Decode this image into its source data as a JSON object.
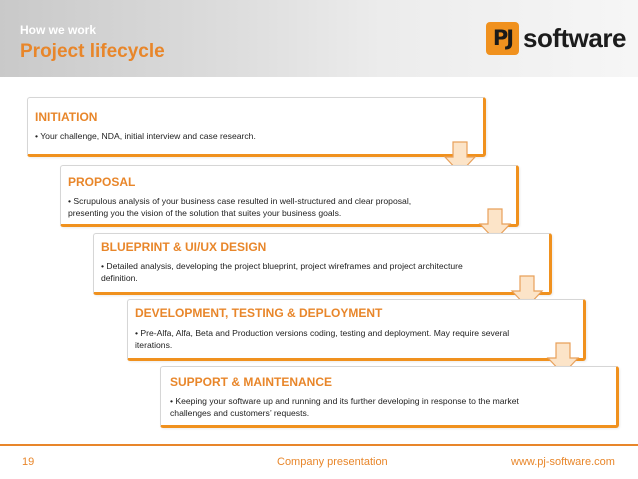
{
  "header": {
    "subtitle": "How we work",
    "title": "Project lifecycle",
    "logo_mark": "PJ",
    "logo_text": "software"
  },
  "steps": [
    {
      "title": "INITIATION",
      "body": "• Your challenge, NDA, initial interview and case research."
    },
    {
      "title": "PROPOSAL",
      "body": "• Scrupulous analysis of your business case resulted in well-structured and clear proposal, presenting you the vision of the solution that suites your business goals."
    },
    {
      "title": "BLUEPRINT & UI/UX DESIGN",
      "body": "• Detailed analysis, developing the project blueprint, project wireframes and project architecture definition."
    },
    {
      "title": "DEVELOPMENT, TESTING & DEPLOYMENT",
      "body": "• Pre-Alfa, Alfa, Beta and Production versions coding, testing and deployment. May require several iterations."
    },
    {
      "title": "SUPPORT & MAINTENANCE",
      "body": "• Keeping your software up and running and its further developing in response to the market challenges and customers’ requests."
    }
  ],
  "footer": {
    "page_number": "19",
    "center": "Company presentation",
    "url": "www.pj-software.com"
  },
  "colors": {
    "accent": "#e8862a",
    "arrow_fill": "#fce4c8"
  }
}
